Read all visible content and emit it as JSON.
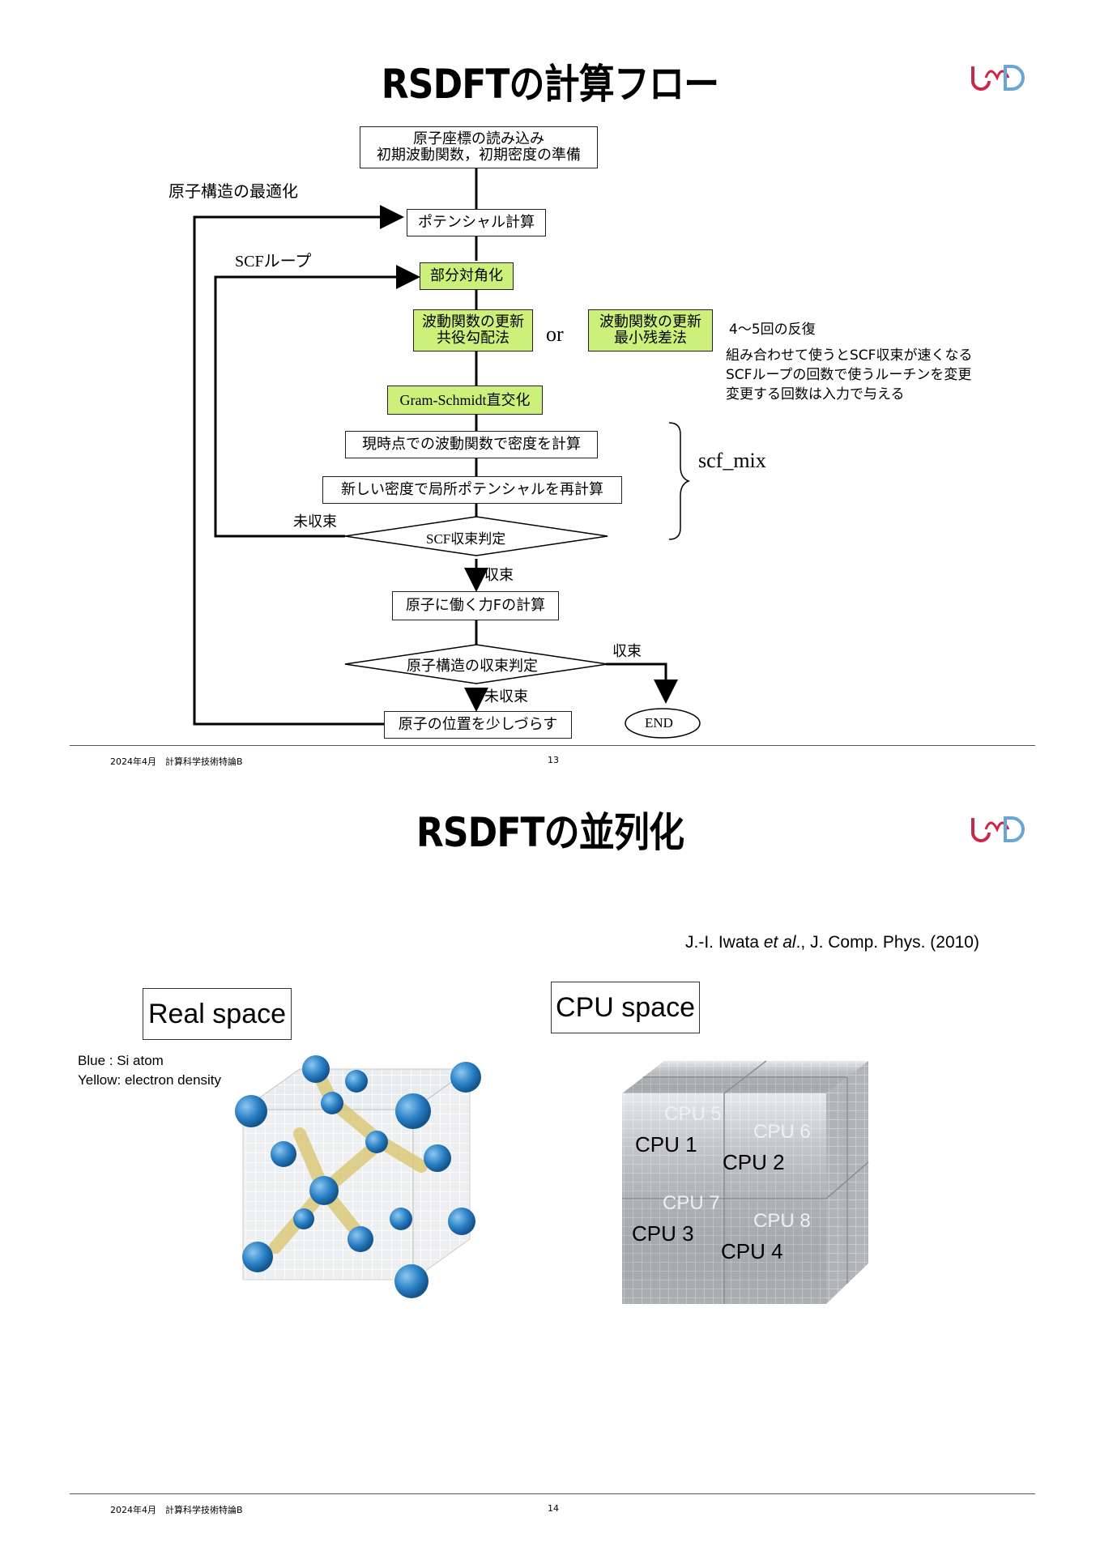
{
  "slide13": {
    "title": "RSDFTの計算フロー",
    "nodes": {
      "init_line1": "原子座標の読み込み",
      "init_line2": "初期波動関数，初期密度の準備",
      "potential": "ポテンシャル計算",
      "subspace": "部分対角化",
      "cg_line1": "波動関数の更新",
      "cg_line2": "共役勾配法",
      "rmm_line1": "波動関数の更新",
      "rmm_line2": "最小残差法",
      "gram": "Gram-Schmidt直交化",
      "density": "現時点での波動関数で密度を計算",
      "newpot": "新しい密度で局所ポテンシャルを再計算",
      "scf_judge": "SCF収束判定",
      "force": "原子に働く力Fの計算",
      "struct_judge": "原子構造の収束判定",
      "shift": "原子の位置を少しづらす",
      "end": "END"
    },
    "labels": {
      "opt_loop": "原子構造の最適化",
      "scf_loop": "SCFループ",
      "or": "or",
      "iter": "4〜5回の反復",
      "note_line1": "組み合わせて使うとSCF収束が速くなる",
      "note_line2": "SCFループの回数で使うルーチンを変更",
      "note_line3": "変更する回数は入力で与える",
      "scf_mix": "scf_mix",
      "not_converged1": "未収束",
      "converged1": "収束",
      "converged2": "収束",
      "not_converged2": "未収束"
    },
    "footer": {
      "date": "2024年4月　計算科学技術特論B",
      "page": "13"
    }
  },
  "slide14": {
    "title": "RSDFTの並列化",
    "citation_pre": "J.-I. Iwata ",
    "citation_em": "et al",
    "citation_post": "., J. Comp. Phys. (2010)",
    "real_space": "Real space",
    "cpu_space": "CPU space",
    "legend_line1": "Blue : Si atom",
    "legend_line2": "Yellow: electron density",
    "cpus": [
      "CPU 1",
      "CPU 2",
      "CPU 3",
      "CPU 4",
      "CPU 5",
      "CPU 6",
      "CPU 7",
      "CPU 8"
    ],
    "footer": {
      "date": "2024年4月　計算科学技術特論B",
      "page": "14"
    }
  },
  "colors": {
    "highlight": "#ccf07a",
    "atom": "#2a7fc4",
    "density": "#d8c46a",
    "logo_red": "#c8284a",
    "logo_blue": "#6aa4d4"
  }
}
